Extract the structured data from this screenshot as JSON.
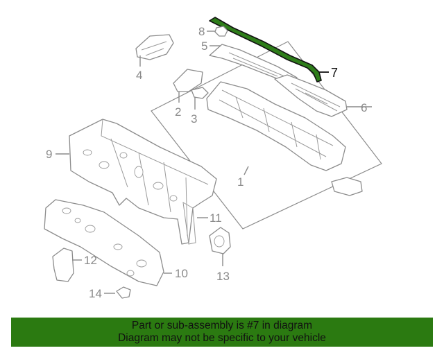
{
  "diagram": {
    "callouts": [
      {
        "id": "1",
        "label": "1"
      },
      {
        "id": "2",
        "label": "2"
      },
      {
        "id": "3",
        "label": "3"
      },
      {
        "id": "4",
        "label": "4"
      },
      {
        "id": "5",
        "label": "5"
      },
      {
        "id": "6",
        "label": "6"
      },
      {
        "id": "7",
        "label": "7"
      },
      {
        "id": "8",
        "label": "8"
      },
      {
        "id": "9",
        "label": "9"
      },
      {
        "id": "10",
        "label": "10"
      },
      {
        "id": "11",
        "label": "11"
      },
      {
        "id": "12",
        "label": "12"
      },
      {
        "id": "13",
        "label": "13"
      },
      {
        "id": "14",
        "label": "14"
      }
    ],
    "highlighted_part": "7",
    "colors": {
      "highlight_fill": "#2e7d1a",
      "part_stroke": "#8c8c8c",
      "banner_bg": "#2b7a11"
    }
  },
  "banner": {
    "line1": "Part or sub-assembly is #7 in diagram",
    "line2": "Diagram may not be specific to your vehicle"
  }
}
